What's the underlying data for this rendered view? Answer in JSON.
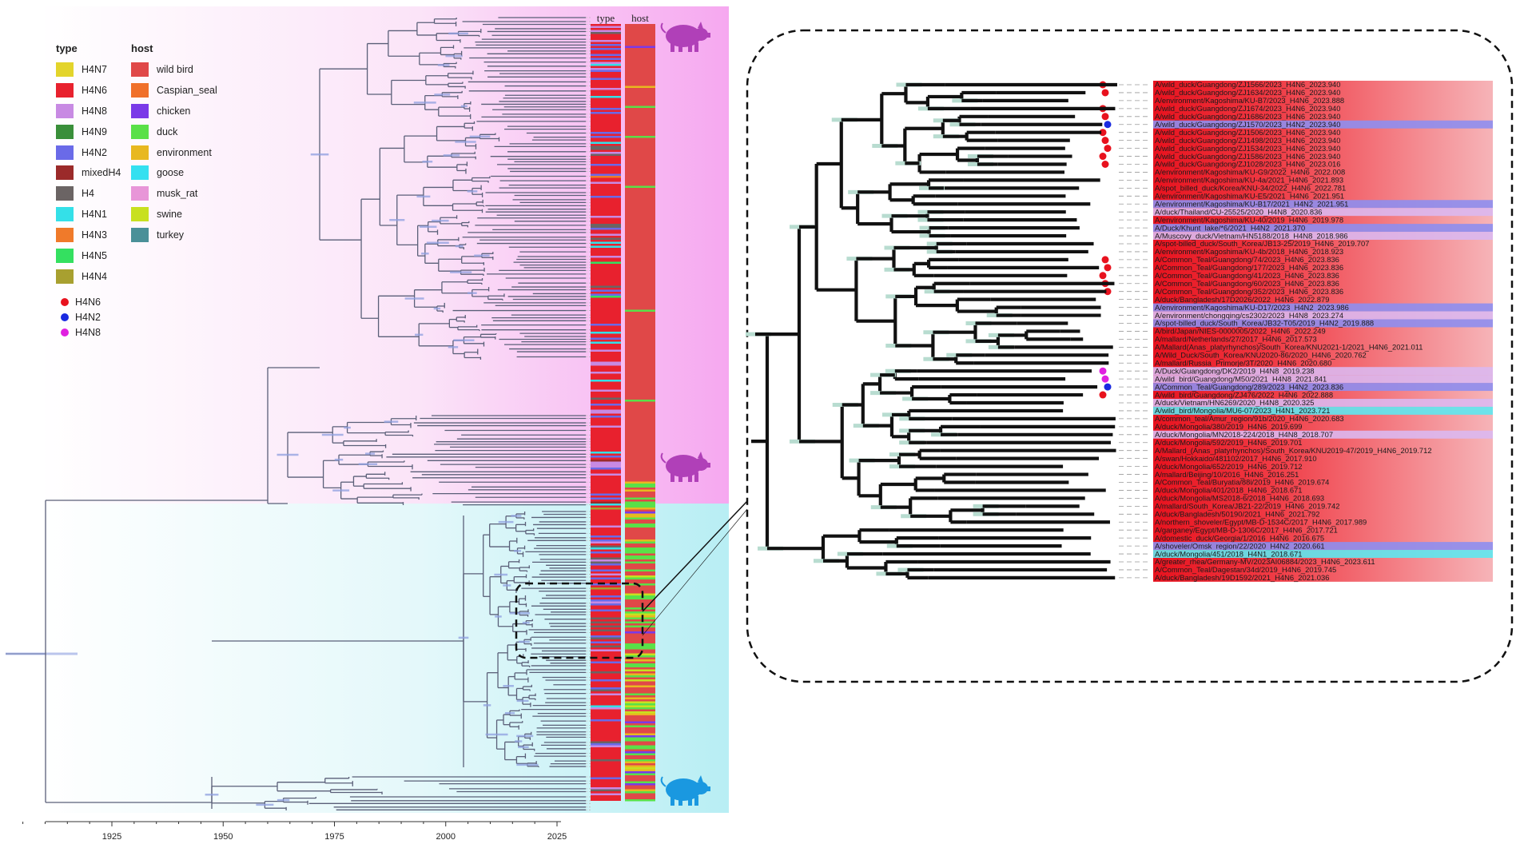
{
  "legend": {
    "type_title": "type",
    "host_title": "host",
    "type_items": [
      {
        "label": "H4N7",
        "color": "#e3d42b"
      },
      {
        "label": "H4N6",
        "color": "#e8212e"
      },
      {
        "label": "H4N8",
        "color": "#c88ae3"
      },
      {
        "label": "H4N9",
        "color": "#3a8f3a"
      },
      {
        "label": "H4N2",
        "color": "#6a6ae8"
      },
      {
        "label": "mixedH4",
        "color": "#9b2a2a"
      },
      {
        "label": "H4",
        "color": "#6b6464"
      },
      {
        "label": "H4N1",
        "color": "#34e0e8"
      },
      {
        "label": "H4N3",
        "color": "#f07a2a"
      },
      {
        "label": "H4N5",
        "color": "#34e060"
      },
      {
        "label": "H4N4",
        "color": "#a8a030"
      }
    ],
    "host_items": [
      {
        "label": "wild bird",
        "color": "#e04848"
      },
      {
        "label": "Caspian_seal",
        "color": "#f0702a"
      },
      {
        "label": "chicken",
        "color": "#7a3ae8"
      },
      {
        "label": "duck",
        "color": "#5ae048"
      },
      {
        "label": "environment",
        "color": "#e8b820"
      },
      {
        "label": "goose",
        "color": "#34e0f0"
      },
      {
        "label": "musk_rat",
        "color": "#e896d8"
      },
      {
        "label": "swine",
        "color": "#c8e020"
      },
      {
        "label": "turkey",
        "color": "#4a9098"
      }
    ],
    "dot_items": [
      {
        "label": "H4N6",
        "color": "#e8121e"
      },
      {
        "label": "H4N2",
        "color": "#1a2ae0"
      },
      {
        "label": "H4N8",
        "color": "#e020e0"
      }
    ]
  },
  "columns": {
    "type": "type",
    "host": "host"
  },
  "axis": {
    "ticks": [
      "1925",
      "1950",
      "1975",
      "2000",
      "2025"
    ],
    "tick_years": [
      1925,
      1950,
      1975,
      2000,
      2025
    ]
  },
  "icons": [
    "pig-icon-pink",
    "pig-icon-pink",
    "pig-icon-blue"
  ],
  "clade_colors": {
    "upper": "#f6a8f0",
    "lower": "#b8eef4"
  },
  "tips": [
    {
      "label": "A/wild_duck/Guangdong/ZJ1566/2023_H4N6_2023.940",
      "subtype": "H4N6",
      "dot": "H4N6"
    },
    {
      "label": "A/wild_duck/Guangdong/ZJ1634/2023_H4N6_2023.940",
      "subtype": "H4N6",
      "dot": "H4N6"
    },
    {
      "label": "A/environment/Kagoshima/KU-B7/2023_H4N6_2023.888",
      "subtype": "H4N6"
    },
    {
      "label": "A/wild_duck/Guangdong/ZJ1674/2023_H4N6_2023.940",
      "subtype": "H4N6",
      "dot": "H4N6"
    },
    {
      "label": "A/wild_duck/Guangdong/ZJ1686/2023_H4N6_2023.940",
      "subtype": "H4N6",
      "dot": "H4N6"
    },
    {
      "label": "A/wild_duck/Guangdong/ZJ1570/2023_H4N2_2023.940",
      "subtype": "H4N2",
      "dot": "H4N2"
    },
    {
      "label": "A/wild_duck/Guangdong/ZJ1506/2023_H4N6_2023.940",
      "subtype": "H4N6",
      "dot": "H4N6"
    },
    {
      "label": "A/wild_duck/Guangdong/ZJ1498/2023_H4N6_2023.940",
      "subtype": "H4N6",
      "dot": "H4N6"
    },
    {
      "label": "A/wild_duck/Guangdong/ZJ1534/2023_H4N6_2023.940",
      "subtype": "H4N6",
      "dot": "H4N6"
    },
    {
      "label": "A/wild_duck/Guangdong/ZJ1586/2023_H4N6_2023.940",
      "subtype": "H4N6",
      "dot": "H4N6"
    },
    {
      "label": "A/wild_duck/Guangdong/ZJ1028/2023_H4N6_2023.016",
      "subtype": "H4N6",
      "dot": "H4N6"
    },
    {
      "label": "A/environment/Kagoshima/KU-G9/2022_H4N6_2022.008",
      "subtype": "H4N6"
    },
    {
      "label": "A/environment/Kagoshima/KU-4a/2021_H4N6_2021.893",
      "subtype": "H4N6"
    },
    {
      "label": "A/spot_billed_duck/Korea/KNU-34/2022_H4N6_2022.781",
      "subtype": "H4N6"
    },
    {
      "label": "A/environment/Kagoshima/KU-E5/2021_H4N6_2021.951",
      "subtype": "H4N6"
    },
    {
      "label": "A/environment/Kagoshima/KU-B17/2021_H4N2_2021.951",
      "subtype": "H4N2"
    },
    {
      "label": "A/duck/Thailand/CU-25525/2020_H4N8_2020.836",
      "subtype": "H4N8"
    },
    {
      "label": "A/environment/Kagoshima/KU-40/2019_H4N6_2019.978",
      "subtype": "H4N6"
    },
    {
      "label": "A/Duck/Khunt_lake/*6/2021_H4N2_2021.370",
      "subtype": "H4N2"
    },
    {
      "label": "A/Muscovy_duck/Vietnam/HN5188/2018_H4N8_2018.986",
      "subtype": "H4N8"
    },
    {
      "label": "A/spot-billed_duck/South_Korea/JB13-25/2019_H4N6_2019.707",
      "subtype": "H4N6"
    },
    {
      "label": "A/environment/Kagoshima/KU-4b/2018_H4N6_2018.923",
      "subtype": "H4N6"
    },
    {
      "label": "A/Common_Teal/Guangdong/74/2023_H4N6_2023.836",
      "subtype": "H4N6",
      "dot": "H4N6"
    },
    {
      "label": "A/Common_Teal/Guangdong/177/2023_H4N6_2023.836",
      "subtype": "H4N6",
      "dot": "H4N6"
    },
    {
      "label": "A/Common_Teal/Guangdong/41/2023_H4N6_2023.836",
      "subtype": "H4N6",
      "dot": "H4N6"
    },
    {
      "label": "A/Common_Teal/Guangdong/60/2023_H4N6_2023.836",
      "subtype": "H4N6",
      "dot": "H4N6"
    },
    {
      "label": "A/Common_Teal/Guangdong/352/2023_H4N6_2023.836",
      "subtype": "H4N6",
      "dot": "H4N6"
    },
    {
      "label": "A/duck/Bangladesh/17D2026/2022_H4N6_2022.879",
      "subtype": "H4N6"
    },
    {
      "label": "A/environment/Kagoshima/KU-D17/2023_H4N2_2023.986",
      "subtype": "H4N2"
    },
    {
      "label": "A/environment/chongqing/cs2302/2023_H4N8_2023.274",
      "subtype": "H4N8"
    },
    {
      "label": "A/spot-billed_duck/South_Korea/JB32-T05/2019_H4N2_2019.888",
      "subtype": "H4N2"
    },
    {
      "label": "A/bird/Japan/NIES-0000005/2022_H4N6_2022.249",
      "subtype": "H4N6"
    },
    {
      "label": "A/mallard/Netherlands/27/2017_H4N6_2017.573",
      "subtype": "H4N6"
    },
    {
      "label": "A/Mallard(Anas_platyrhynchos)/South_Korea/KNU2021-1/2021_H4N6_2021.011",
      "subtype": "H4N6"
    },
    {
      "label": "A/Wild_Duck/South_Korea/KNU2020-86/2020_H4N6_2020.762",
      "subtype": "H4N6"
    },
    {
      "label": "A/mallard/Russia_Primorje/3T/2020_H4N6_2020.680",
      "subtype": "H4N6"
    },
    {
      "label": "A/Duck/Guangdong/DK2/2019_H4N8_2019.238",
      "subtype": "H4N8",
      "dot": "H4N8"
    },
    {
      "label": "A/wild_bird/Guangdong/M50/2021_H4N8_2021.841",
      "subtype": "H4N8",
      "dot": "H4N8"
    },
    {
      "label": "A/Common_Teal/Guangdong/289/2023_H4N2_2023.836",
      "subtype": "H4N2",
      "dot": "H4N2"
    },
    {
      "label": "A/wild_bird/Guangdong/ZJ476/2022_H4N6_2022.888",
      "subtype": "H4N6",
      "dot": "H4N6"
    },
    {
      "label": "A/duck/Vietnam/HN6269/2020_H4N8_2020.325",
      "subtype": "H4N8"
    },
    {
      "label": "A/wild_bird/Mongolia/MU6-07/2023_H4N1_2023.721",
      "subtype": "H4N1"
    },
    {
      "label": "A/common_teal/Amur_region/91b/2020_H4N6_2020.683",
      "subtype": "H4N6"
    },
    {
      "label": "A/duck/Mongolia/380/2019_H4N6_2019.699",
      "subtype": "H4N6"
    },
    {
      "label": "A/duck/Mongolia/MN2018-224/2018_H4N8_2018.707",
      "subtype": "H4N8"
    },
    {
      "label": "A/duck/Mongolia/592/2019_H4N6_2019.701",
      "subtype": "H4N6"
    },
    {
      "label": "A/Mallard_(Anas_platyrhynchos)/South_Korea/KNU2019-47/2019_H4N6_2019.712",
      "subtype": "H4N6"
    },
    {
      "label": "A/swan/Hokkaido/481102/2017_H4N6_2017.910",
      "subtype": "H4N6"
    },
    {
      "label": "A/duck/Mongolia/652/2019_H4N6_2019.712",
      "subtype": "H4N6"
    },
    {
      "label": "A/mallard/Beijing/10/2016_H4N6_2016.251",
      "subtype": "H4N6"
    },
    {
      "label": "A/Common_Teal/Buryatia/88i/2019_H4N6_2019.674",
      "subtype": "H4N6"
    },
    {
      "label": "A/duck/Mongolia/401/2018_H4N6_2018.671",
      "subtype": "H4N6"
    },
    {
      "label": "A/duck/Mongolia/MS2018-6/2018_H4N6_2018.693",
      "subtype": "H4N6"
    },
    {
      "label": "A/mallard/South_Korea/JB21-22/2019_H4N6_2019.742",
      "subtype": "H4N6"
    },
    {
      "label": "A/duck/Bangladesh/50190/2021_H4N6_2021.792",
      "subtype": "H4N6"
    },
    {
      "label": "A/northern_shoveler/Egypt/MB-D-1534C/2017_H4N6_2017.989",
      "subtype": "H4N6"
    },
    {
      "label": "A/garganey/Egypt/MB-D-1306C/2017_H4N6_2017.721",
      "subtype": "H4N6"
    },
    {
      "label": "A/domestic_duck/Georgia/1/2016_H4N6_2016.675",
      "subtype": "H4N6"
    },
    {
      "label": "A/shoveler/Omsk_region/22/2020_H4N2_2020.661",
      "subtype": "H4N2"
    },
    {
      "label": "A/duck/Mongolia/451/2018_H4N1_2018.671",
      "subtype": "H4N1"
    },
    {
      "label": "A/greater_rhea/Germany-MV/2023AI06884/2023_H4N6_2023.611",
      "subtype": "H4N6"
    },
    {
      "label": "A/Common_Teal/Dagestan/34d/2019_H4N6_2019.745",
      "subtype": "H4N6"
    },
    {
      "label": "A/duck/Bangladesh/19D1592/2021_H4N6_2021.036",
      "subtype": "H4N6"
    }
  ]
}
